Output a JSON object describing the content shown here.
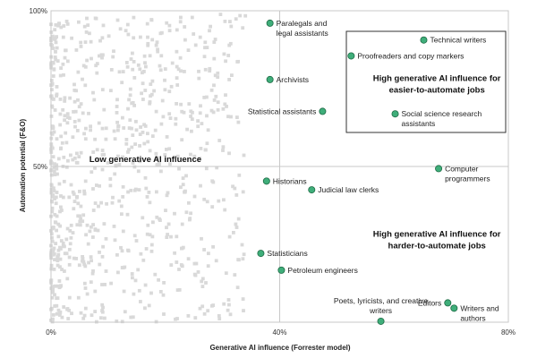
{
  "chart_data": {
    "type": "scatter",
    "title": "",
    "xlabel": "Generative AI influence (Forrester model)",
    "ylabel": "Automation potential (F&O)",
    "xlim": [
      0,
      80
    ],
    "ylim": [
      0,
      100
    ],
    "x_ticks": [
      "0%",
      "40%",
      "80%"
    ],
    "y_ticks": [
      "50%",
      "100%"
    ],
    "divider_x": 40,
    "divider_y": 50,
    "grid": false,
    "colors": {
      "highlight": "#3fae7a",
      "highlight_stroke": "#1e6b45",
      "background_points": "#d9d9d9",
      "divider": "#c8c8c8"
    },
    "quadrant_labels": [
      {
        "id": "low",
        "lines": [
          "Low generative AI influence"
        ],
        "x": 16.5,
        "y": 51.4
      },
      {
        "id": "high-easy",
        "lines": [
          "High generative AI influence for",
          "easier-to-automate jobs"
        ],
        "x": 67.5,
        "y": 77.5,
        "boxed": true
      },
      {
        "id": "high-hard",
        "lines": [
          "High generative AI influence for",
          "harder-to-automate jobs"
        ],
        "x": 67.5,
        "y": 27.5
      }
    ],
    "highlighted": [
      {
        "name": "Paralegals and legal assistants",
        "lines": [
          "Paralegals and",
          "legal assistants"
        ],
        "x": 38.3,
        "y": 96.0,
        "label_side": "right"
      },
      {
        "name": "Technical writers",
        "lines": [
          "Technical writers"
        ],
        "x": 65.2,
        "y": 90.6,
        "label_side": "right"
      },
      {
        "name": "Proofreaders and copy markers",
        "lines": [
          "Proofreaders and copy markers"
        ],
        "x": 52.5,
        "y": 85.5,
        "label_side": "right"
      },
      {
        "name": "Archivists",
        "lines": [
          "Archivists"
        ],
        "x": 38.3,
        "y": 77.9,
        "label_side": "right"
      },
      {
        "name": "Statistical assistants",
        "lines": [
          "Statistical assistants"
        ],
        "x": 47.5,
        "y": 67.7,
        "label_side": "left"
      },
      {
        "name": "Social science research assistants",
        "lines": [
          "Social science research",
          "assistants"
        ],
        "x": 60.2,
        "y": 66.9,
        "label_side": "right"
      },
      {
        "name": "Computer programmers",
        "lines": [
          "Computer",
          "programmers"
        ],
        "x": 67.8,
        "y": 49.3,
        "label_side": "right"
      },
      {
        "name": "Historians",
        "lines": [
          "Historians"
        ],
        "x": 37.7,
        "y": 45.3,
        "label_side": "right"
      },
      {
        "name": "Judicial law clerks",
        "lines": [
          "Judicial law clerks"
        ],
        "x": 45.6,
        "y": 42.5,
        "label_side": "right"
      },
      {
        "name": "Statisticians",
        "lines": [
          "Statisticians"
        ],
        "x": 36.7,
        "y": 22.1,
        "label_side": "right"
      },
      {
        "name": "Petroleum engineers",
        "lines": [
          "Petroleum engineers"
        ],
        "x": 40.3,
        "y": 16.7,
        "label_side": "right"
      },
      {
        "name": "Poets, lyricists, and creative writers",
        "lines": [
          "Poets, lyricists, and creative",
          "writers"
        ],
        "x": 57.7,
        "y": 0.3,
        "label_side": "above"
      },
      {
        "name": "Editors",
        "lines": [
          "Editors"
        ],
        "x": 69.4,
        "y": 6.2,
        "label_side": "left"
      },
      {
        "name": "Writers and authors",
        "lines": [
          "Writers and",
          "authors"
        ],
        "x": 70.5,
        "y": 4.5,
        "label_side": "right"
      }
    ]
  }
}
